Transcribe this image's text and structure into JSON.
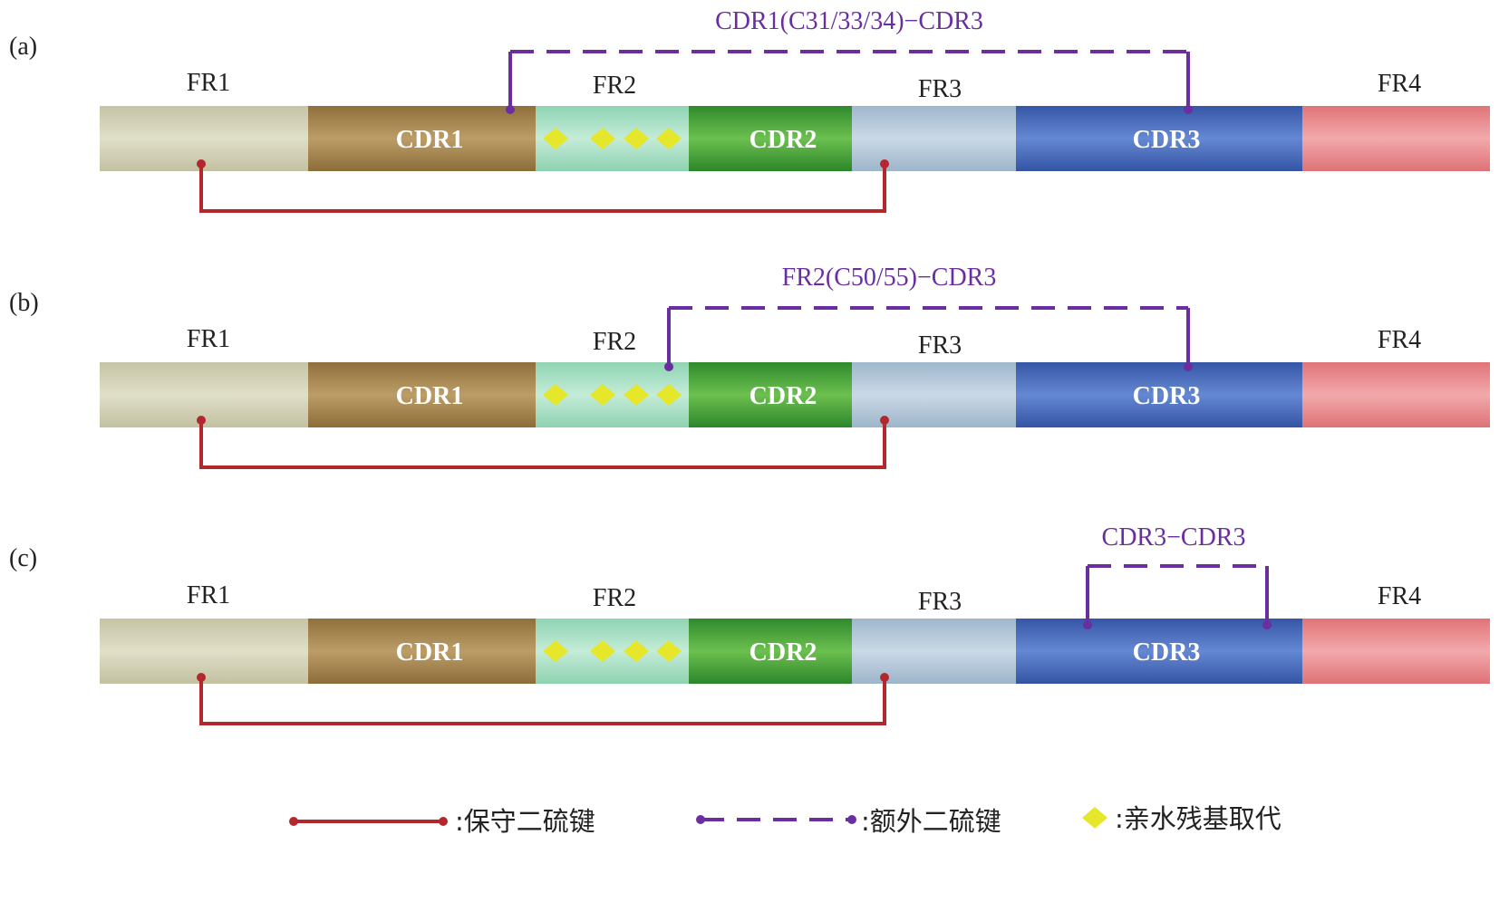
{
  "colors": {
    "conserved_bond": "#b3282d",
    "extra_bond": "#6a2ea0",
    "hydrophilic": "#e6e62a",
    "FR1": "#d2d1b6",
    "CDR1": "#a88a55",
    "FR2": "#a6dfc4",
    "CDR2": "#4da33c",
    "FR3": "#b3c7d8",
    "CDR3": "#4a6fbf",
    "FR4": "#e88d90"
  },
  "panels": [
    {
      "label": "(a)",
      "regions": {
        "FR1": "FR1",
        "FR2": "FR2",
        "FR3": "FR3",
        "FR4": "FR4"
      },
      "segments": {
        "CDR1": "CDR1",
        "CDR2": "CDR2",
        "CDR3": "CDR3"
      },
      "extra_bond_label": "CDR1(C31/33/34)−CDR3"
    },
    {
      "label": "(b)",
      "regions": {
        "FR1": "FR1",
        "FR2": "FR2",
        "FR3": "FR3",
        "FR4": "FR4"
      },
      "segments": {
        "CDR1": "CDR1",
        "CDR2": "CDR2",
        "CDR3": "CDR3"
      },
      "extra_bond_label": "FR2(C50/55)−CDR3"
    },
    {
      "label": "(c)",
      "regions": {
        "FR1": "FR1",
        "FR2": "FR2",
        "FR3": "FR3",
        "FR4": "FR4"
      },
      "segments": {
        "CDR1": "CDR1",
        "CDR2": "CDR2",
        "CDR3": "CDR3"
      },
      "extra_bond_label": "CDR3−CDR3"
    }
  ],
  "legend": {
    "conserved": ":保守二硫键",
    "extra": ":额外二硫键",
    "hydrophilic": ":亲水残基取代"
  }
}
